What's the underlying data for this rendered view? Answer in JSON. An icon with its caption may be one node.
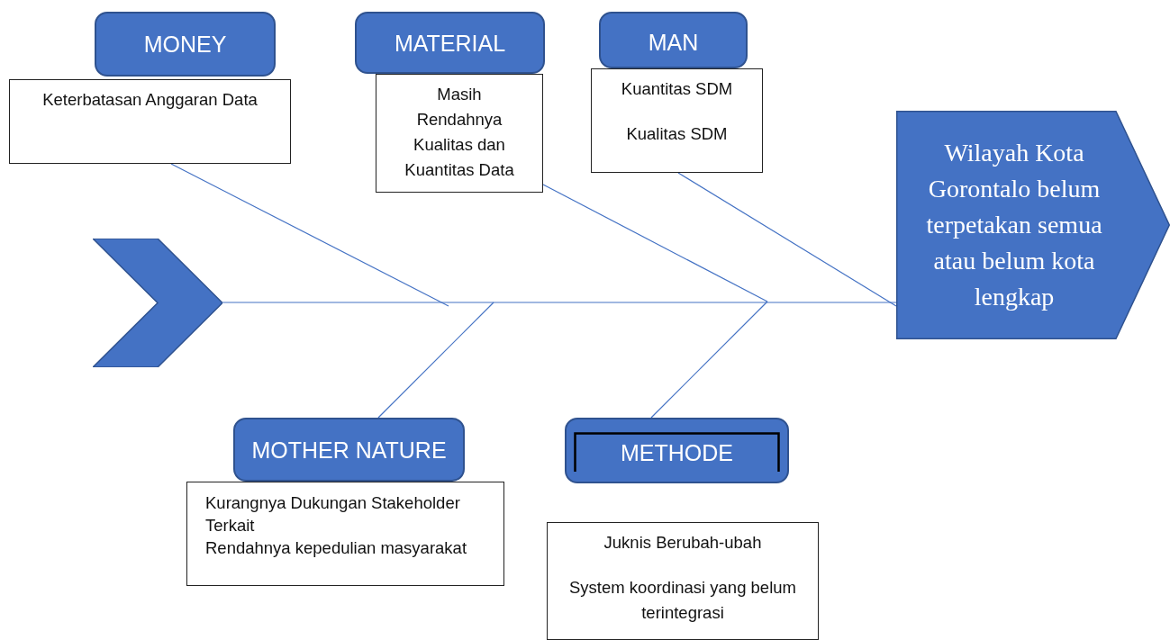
{
  "diagram": {
    "nodes": [
      {
        "text": [
          "MONEY"
        ]
      },
      {
        "text": [
          "Keterbatasan Anggaran Data"
        ]
      },
      {
        "text": [
          "MATERIAL"
        ]
      },
      {
        "text": [
          "Masih Rendahnya Kualitas dan Kuantitas Data"
        ]
      },
      {
        "text": [
          "MAN"
        ]
      },
      {
        "text": [
          "Kuantitas SDM",
          "Kualitas SDM"
        ]
      },
      {
        "text": [
          "Wilayah Kota Gorontalo belum terpetakan semua atau belum kota lengkap"
        ]
      },
      {
        "text": [],
        "shape": "chevron"
      },
      {
        "text": [
          "MOTHER NATURE"
        ]
      },
      {
        "text": [
          "Kurangnya Dukungan Stakeholder Terkait",
          "Rendahnya kepedulian masyarakat"
        ]
      },
      {
        "text": [
          "METHODE"
        ]
      },
      {
        "text": [
          "Juknis Berubah-ubah",
          "System koordinasi yang belum terintegrasi"
        ]
      }
    ],
    "edges": [
      {
        "from": 7,
        "to": 6,
        "arrow": "none"
      },
      {
        "from": 1,
        "to": null,
        "arrow": "none"
      },
      {
        "from": 3,
        "to": null,
        "arrow": "none"
      },
      {
        "from": 5,
        "to": 6,
        "arrow": "none"
      },
      {
        "from": 8,
        "to": null,
        "arrow": "none"
      },
      {
        "from": 10,
        "to": null,
        "arrow": "none"
      }
    ]
  }
}
